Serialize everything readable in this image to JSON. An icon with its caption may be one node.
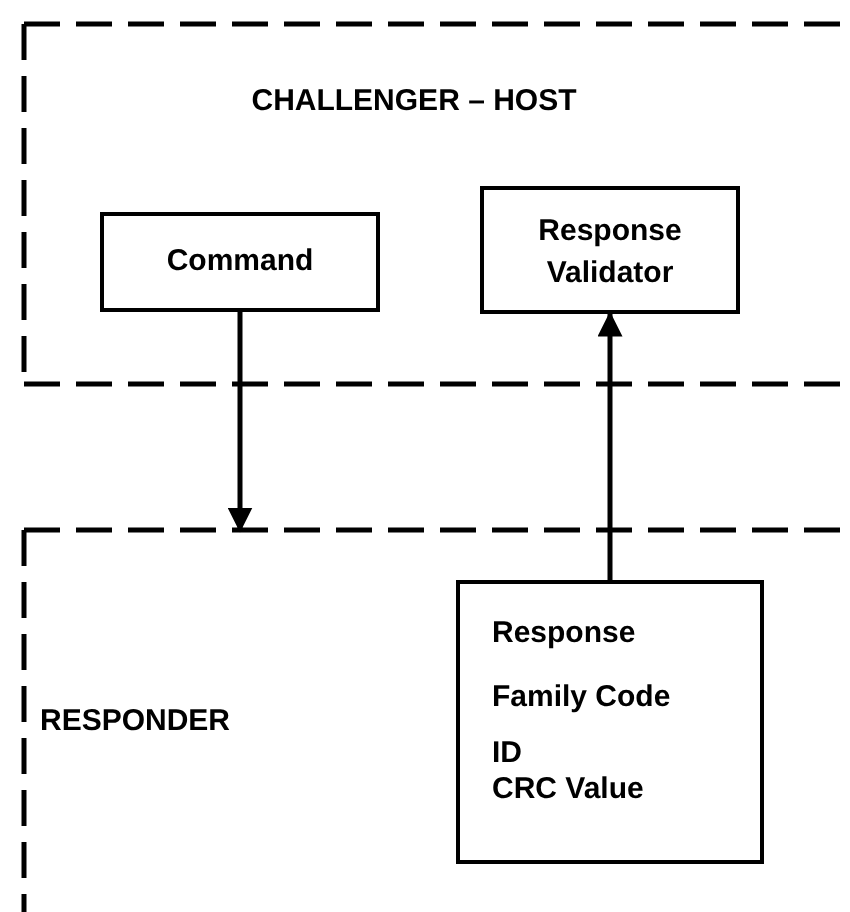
{
  "diagram": {
    "nodes": [
      {
        "text": [
          "CHALLENGER – HOST"
        ]
      },
      {
        "text": [
          "Command"
        ],
        "in": 0
      },
      {
        "text": [
          "Response Validator"
        ],
        "in": 0
      },
      {
        "text": [
          "RESPONDER"
        ]
      },
      {
        "text": [
          "Response",
          "Family Code",
          "ID",
          "CRC Value"
        ],
        "in": 3
      }
    ],
    "edges": [
      {
        "from": 1,
        "to": 3,
        "arrow": "to"
      },
      {
        "from": 4,
        "to": 2,
        "arrow": "to"
      }
    ]
  }
}
